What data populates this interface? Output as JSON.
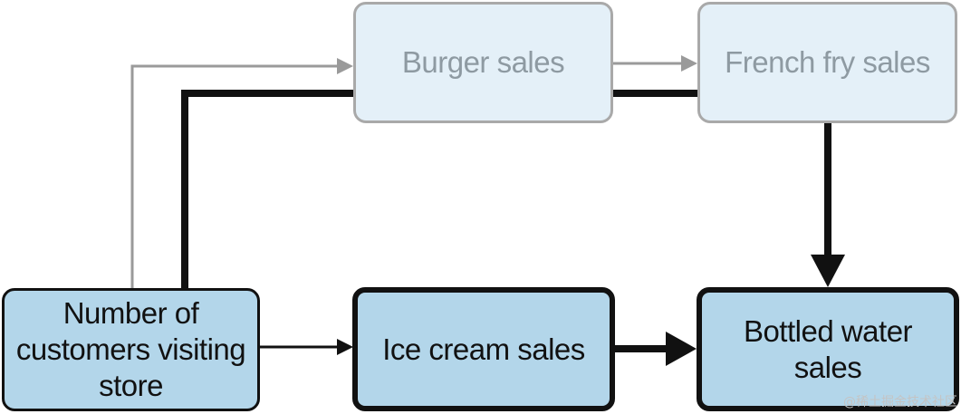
{
  "nodes": {
    "burger": "Burger sales",
    "fries": "French fry sales",
    "customers": "Number of customers visiting store",
    "icecream": "Ice cream sales",
    "water": "Bottled water sales"
  },
  "watermark": "@稀土掘金技术社区",
  "colors": {
    "node_fill": "#b3d6ea",
    "faded_fill": "#e4f0f8",
    "faded_stroke": "#a9a9a9",
    "faded_text": "#8e9aa2",
    "edge": "#111111",
    "faded_edge": "#9a9a9a"
  }
}
